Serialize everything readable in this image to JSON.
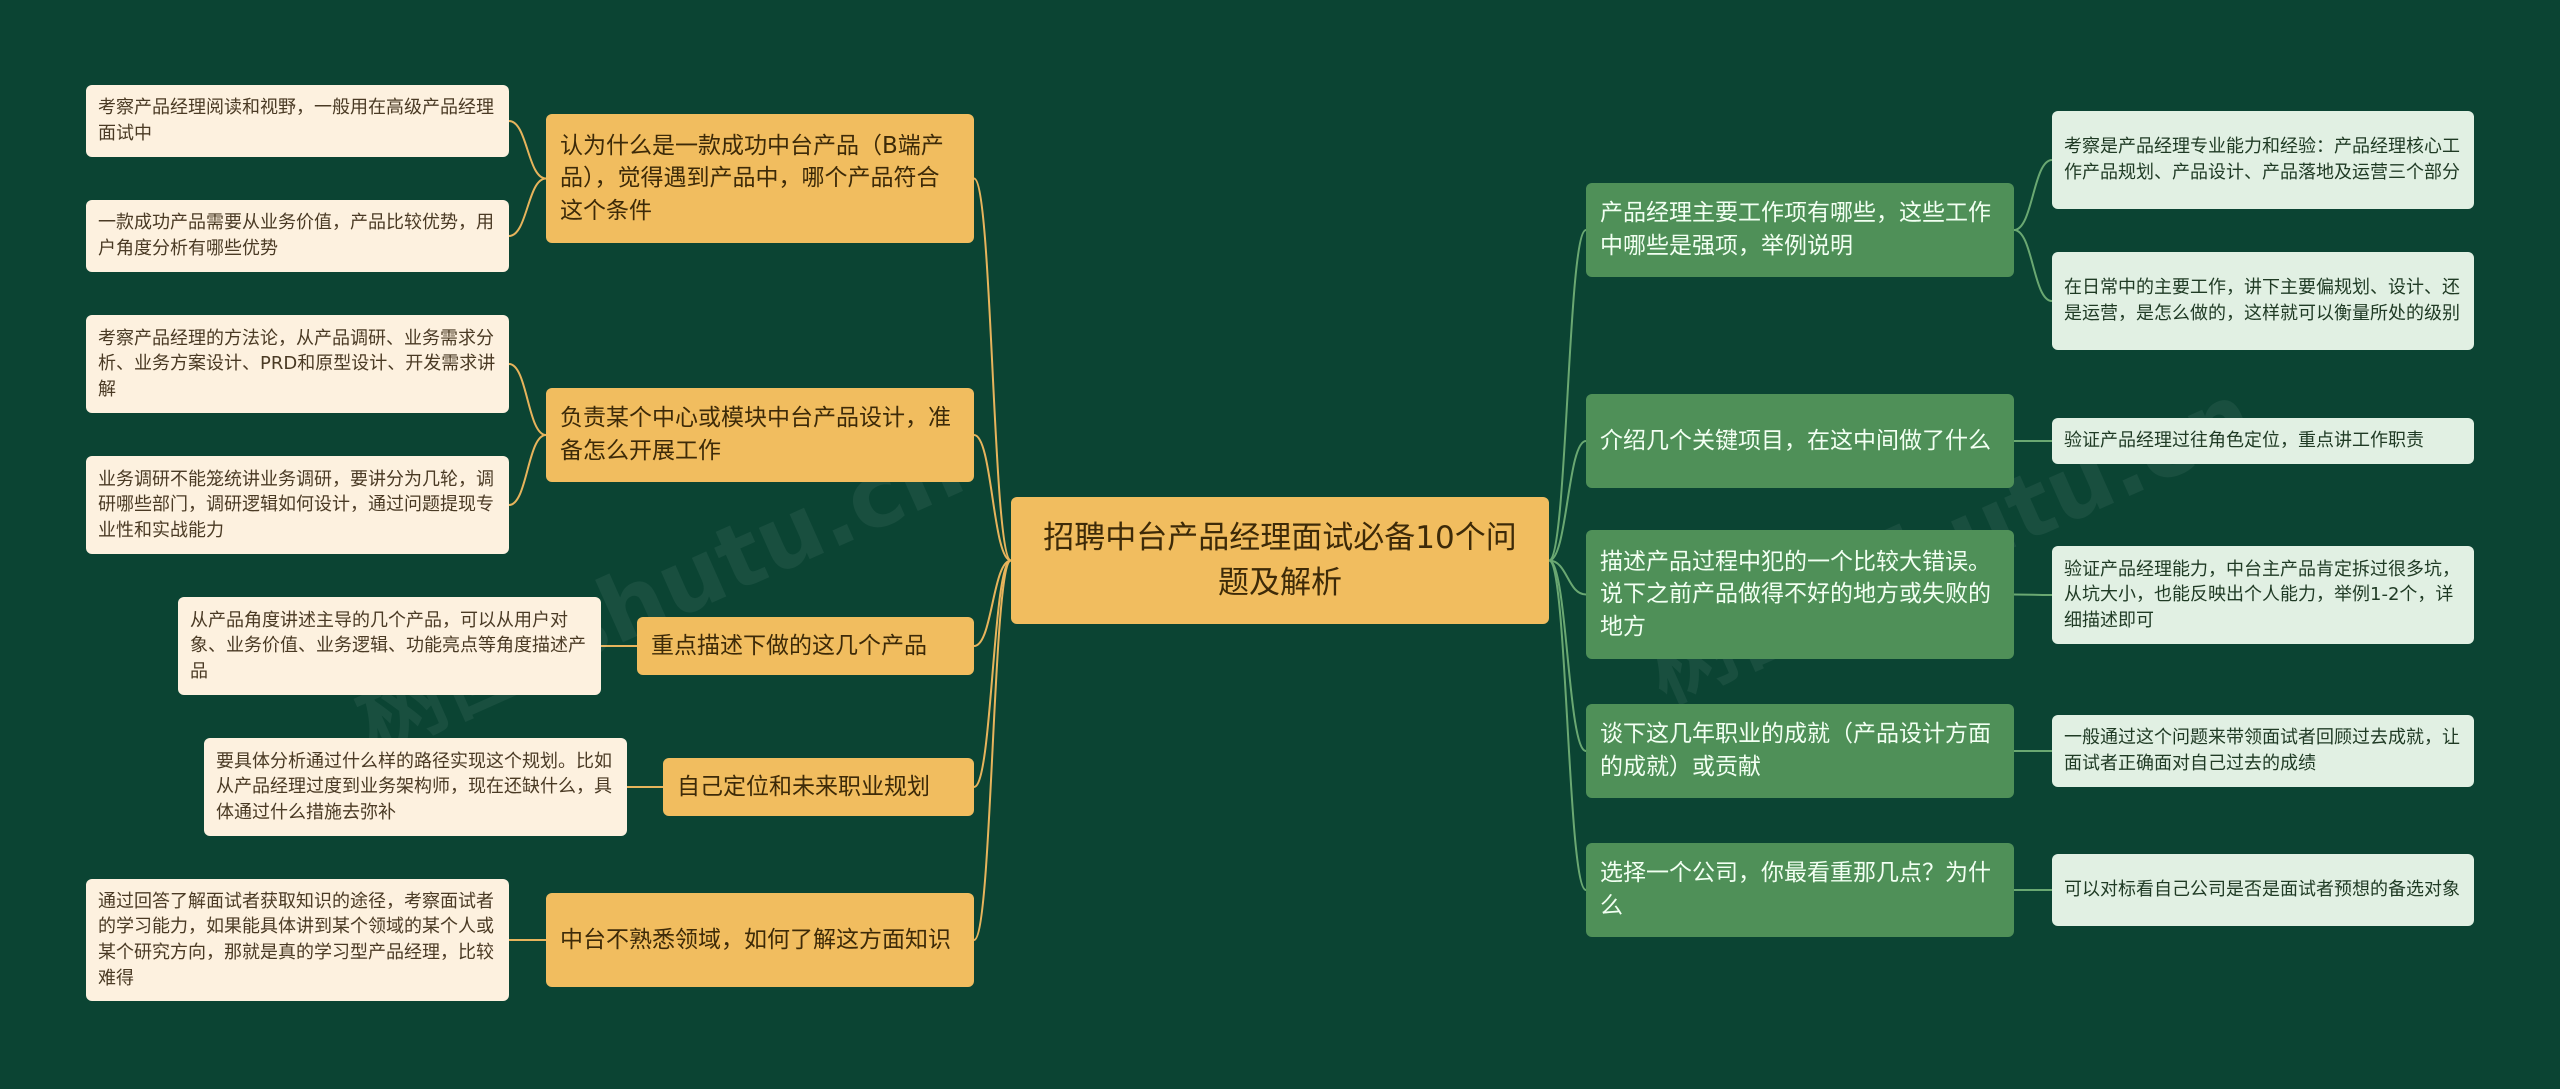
{
  "colors": {
    "background": "#0b4433",
    "root_fill": "#f1bd5f",
    "left_branch_fill": "#f1bd5f",
    "left_leaf_fill": "#fdf1df",
    "left_connector": "#e7b45c",
    "right_branch_fill": "#4f9058",
    "right_leaf_fill": "#e1f0e3",
    "right_connector": "#6aa872"
  },
  "root": {
    "text": "招聘中台产品经理面试必备10个问题及解析"
  },
  "left": [
    {
      "text": "认为什么是一款成功中台产品（B端产品），觉得遇到产品中，哪个产品符合这个条件",
      "leaves": [
        "考察产品经理阅读和视野，一般用在高级产品经理面试中",
        "一款成功产品需要从业务价值，产品比较优势，用户角度分析有哪些优势"
      ]
    },
    {
      "text": "负责某个中心或模块中台产品设计，准备怎么开展工作",
      "leaves": [
        "考察产品经理的方法论，从产品调研、业务需求分析、业务方案设计、PRD和原型设计、开发需求讲解",
        "业务调研不能笼统讲业务调研，要讲分为几轮，调研哪些部门，调研逻辑如何设计，通过问题提现专业性和实战能力"
      ]
    },
    {
      "text": "重点描述下做的这几个产品",
      "leaves": [
        "从产品角度讲述主导的几个产品，可以从用户对象、业务价值、业务逻辑、功能亮点等角度描述产品"
      ]
    },
    {
      "text": "自己定位和未来职业规划",
      "leaves": [
        "要具体分析通过什么样的路径实现这个规划。比如从产品经理过度到业务架构师，现在还缺什么，具体通过什么措施去弥补"
      ]
    },
    {
      "text": "中台不熟悉领域，如何了解这方面知识",
      "leaves": [
        "通过回答了解面试者获取知识的途径，考察面试者的学习能力，如果能具体讲到某个领域的某个人或某个研究方向，那就是真的学习型产品经理，比较难得"
      ]
    }
  ],
  "right": [
    {
      "text": "产品经理主要工作项有哪些，这些工作中哪些是强项，举例说明",
      "leaves": [
        "考察是产品经理专业能力和经验：产品经理核心工作产品规划、产品设计、产品落地及运营三个部分",
        "在日常中的主要工作，讲下主要偏规划、设计、还是运营，是怎么做的，这样就可以衡量所处的级别"
      ]
    },
    {
      "text": "介绍几个关键项目，在这中间做了什么",
      "leaves": [
        "验证产品经理过往角色定位，重点讲工作职责"
      ]
    },
    {
      "text": "描述产品过程中犯的一个比较大错误。说下之前产品做得不好的地方或失败的地方",
      "leaves": [
        "验证产品经理能力，中台主产品肯定拆过很多坑，从坑大小，也能反映出个人能力，举例1-2个，详细描述即可"
      ]
    },
    {
      "text": "谈下这几年职业的成就（产品设计方面的成就）或贡献",
      "leaves": [
        "一般通过这个问题来带领面试者回顾过去成就，让面试者正确面对自己过去的成绩"
      ]
    },
    {
      "text": "选择一个公司，你最看重那几点？为什么",
      "leaves": [
        "可以对标看自己公司是否是面试者预想的备选对象"
      ]
    }
  ]
}
